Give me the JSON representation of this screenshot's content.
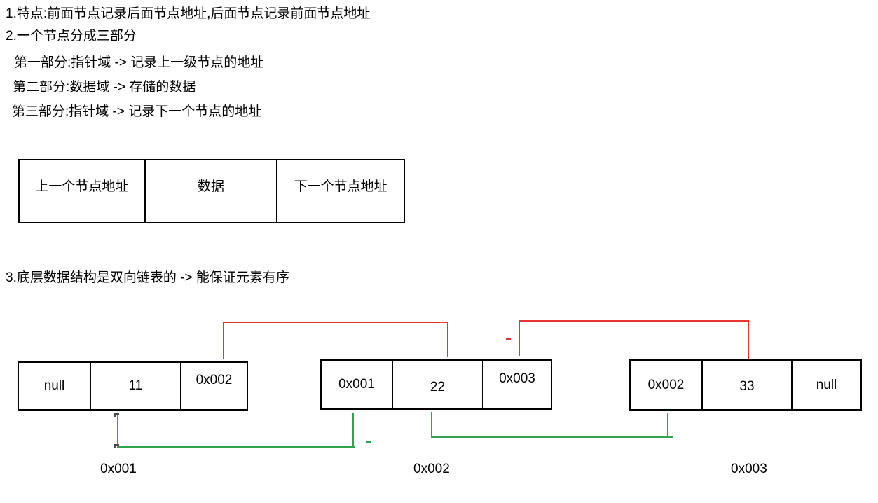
{
  "notes": {
    "line1": "1.特点:前面节点记录后面节点地址,后面节点记录前面节点地址",
    "line2": "2.一个节点分成三部分",
    "line3": "第一部分:指针域 -> 记录上一级节点的地址",
    "line4": "第二部分:数据域 -> 存储的数据",
    "line5": "第三部分:指针域 -> 记录下一个节点的地址",
    "line6": "3.底层数据结构是双向链表的 -> 能保证元素有序"
  },
  "node_structure_table": {
    "cells": [
      "上一个节点地址",
      "数据",
      "下一个节点地址"
    ]
  },
  "linked_list": {
    "nodes": [
      {
        "prev": "null",
        "data": "11",
        "next": "0x002",
        "address_label": "0x001"
      },
      {
        "prev": "0x001",
        "data": "22",
        "next": "0x003",
        "address_label": "0x002"
      },
      {
        "prev": "0x002",
        "data": "33",
        "next": "null",
        "address_label": "0x003"
      }
    ]
  },
  "colors": {
    "next_pointer_line": "#e93434",
    "prev_pointer_line": "#33a24e",
    "border": "#000000",
    "text": "#000000"
  }
}
